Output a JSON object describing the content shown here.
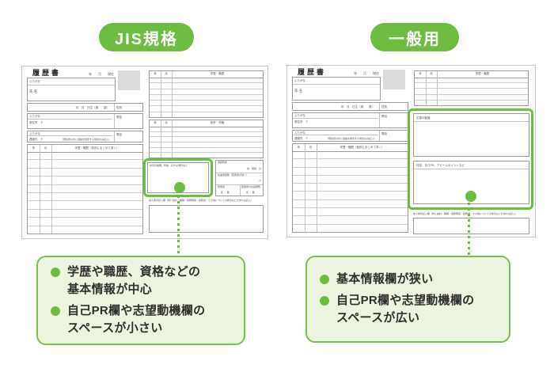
{
  "accent": {
    "green": "#6cbd41",
    "light_green": "#edf5e0"
  },
  "jis": {
    "badge": "JIS規格",
    "notes": [
      "学歴や職歴、資格などの\n基本情報が中心",
      "自己PR欄や志望動機欄の\nスペースが小さい"
    ]
  },
  "general": {
    "badge": "一般用",
    "notes": [
      "基本情報欄が狭い",
      "自己PR欄や志望動機欄の\nスペースが広い"
    ]
  },
  "form": {
    "title": "履歴書",
    "date_note": "年　　月　　現在",
    "furigana": "ふりがな",
    "name_label": "氏 名",
    "birth_note": "年　月　日生（満　　歳）",
    "gender_label": "性別",
    "address_label": "現住所　〒",
    "contact_label": "連絡先　〒",
    "contact_note": "（現住所以外に連絡を希望する場合のみ記入）",
    "phone_label": "電話",
    "col_year": "年",
    "col_month": "月",
    "education_history": "学歴・職歴（各別にまとめて書く）",
    "education_history_cont": "学歴・職歴",
    "licenses": "免許・資格",
    "jis_motivation": "志望の動機、特技、好きな学科など",
    "commute": "通勤時間",
    "commute_value": "約　時間　分",
    "dependents": "扶養家族数（配偶者を除く）",
    "dependents_unit": "人",
    "spouse": "配偶者",
    "spouse_choice": "有 ・ 無",
    "spouse_support": "配偶者の扶養義務",
    "wish_note": "本人希望記入欄（特に給料・職種・勤務時間・勤務地・その他についての希望などがあれば記入）",
    "gen_motivation": "志望の動機",
    "gen_pr": "特技、自己PR、アピールポイントなど"
  }
}
